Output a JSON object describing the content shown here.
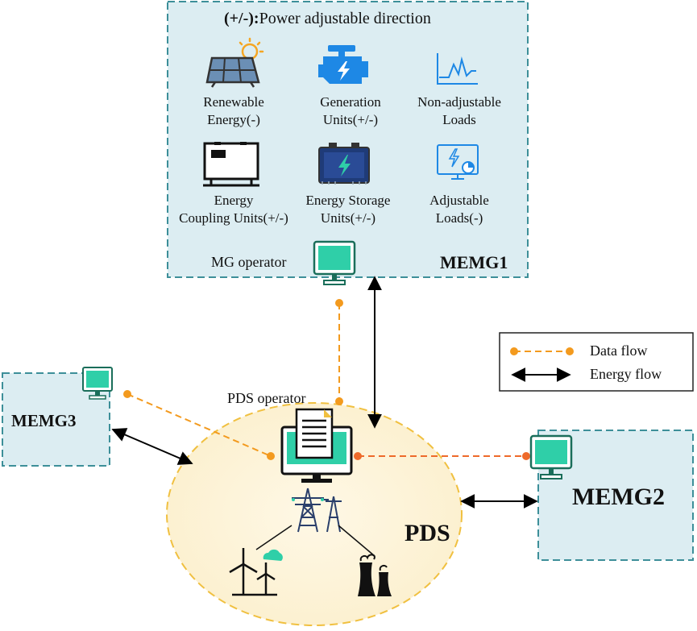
{
  "memg1": {
    "legend_title_key": "(+/-):",
    "legend_title_rest": "Power adjustable direction",
    "name": "MEMG1",
    "operator": "MG operator",
    "components": [
      {
        "line1": "Renewable",
        "line2": "Energy(-)",
        "icon": "solar-panel-icon"
      },
      {
        "line1": "Generation",
        "line2": "Units(+/-)",
        "icon": "engine-icon"
      },
      {
        "line1": "Non-adjustable",
        "line2": "Loads",
        "icon": "load-curve-icon"
      },
      {
        "line1": "Energy",
        "line2": "Coupling Units(+/-)",
        "icon": "coupling-unit-icon"
      },
      {
        "line1": "Energy Storage",
        "line2": "Units(+/-)",
        "icon": "battery-icon"
      },
      {
        "line1": "Adjustable",
        "line2": "Loads(-)",
        "icon": "adjustable-load-icon"
      }
    ]
  },
  "memg2": {
    "name": "MEMG2"
  },
  "memg3": {
    "name": "MEMG3"
  },
  "pds": {
    "name": "PDS",
    "operator": "PDS operator"
  },
  "legend": {
    "data_flow": "Data flow",
    "energy_flow": "Energy flow"
  },
  "colors": {
    "box_fill": "#dcedf2",
    "box_border": "#3d8f99",
    "pds_fill": "#fdf5dc",
    "pds_border": "#f0c040",
    "data_flow": "#f39a1e",
    "monitor": "#2fcfa8",
    "icon_blue": "#1e88e5"
  }
}
